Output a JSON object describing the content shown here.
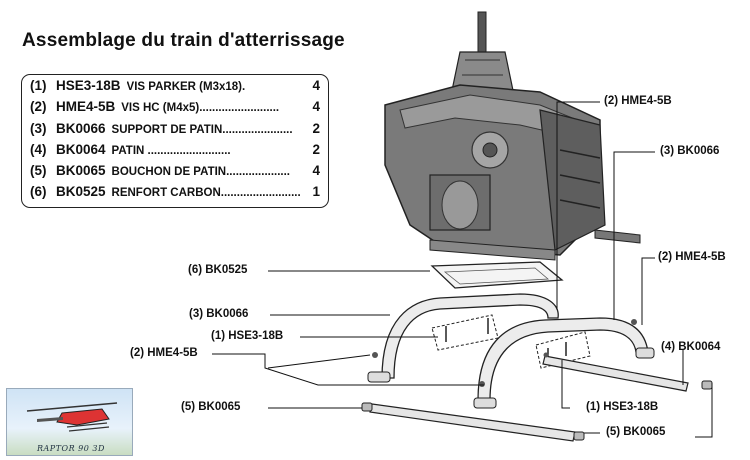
{
  "title": "Assemblage du train d'atterrissage",
  "parts": [
    {
      "num": "(1)",
      "code": "HSE3-18B",
      "desc": "VIS PARKER      (M3x18).",
      "qty": "4"
    },
    {
      "num": "(2)",
      "code": "HME4-5B",
      "desc": "VIS HC  (M4x5).........................",
      "qty": "4"
    },
    {
      "num": "(3)",
      "code": "BK0066",
      "desc": "SUPPORT DE PATIN......................",
      "qty": "2"
    },
    {
      "num": "(4)",
      "code": "BK0064",
      "desc": "   PATIN              ..........................",
      "qty": "2"
    },
    {
      "num": "(5)",
      "code": "BK0065",
      "desc": "BOUCHON DE PATIN....................",
      "qty": "4"
    },
    {
      "num": "(6)",
      "code": "BK0525",
      "desc": "RENFORT CARBON.........................",
      "qty": "1"
    }
  ],
  "callouts": {
    "c1": "(2) HME4-5B",
    "c2": "(3) BK0066",
    "c3": "(2) HME4-5B",
    "c4": "(6) BK0525",
    "c5": "(3) BK0066",
    "c6": "(1) HSE3-18B",
    "c7": "(2) HME4-5B",
    "c8": "(4) BK0064",
    "c9": "(5) BK0065",
    "c10": "(1) HSE3-18B",
    "c11": "(5) BK0065"
  },
  "logo_text": "RAPTOR 90 3D"
}
